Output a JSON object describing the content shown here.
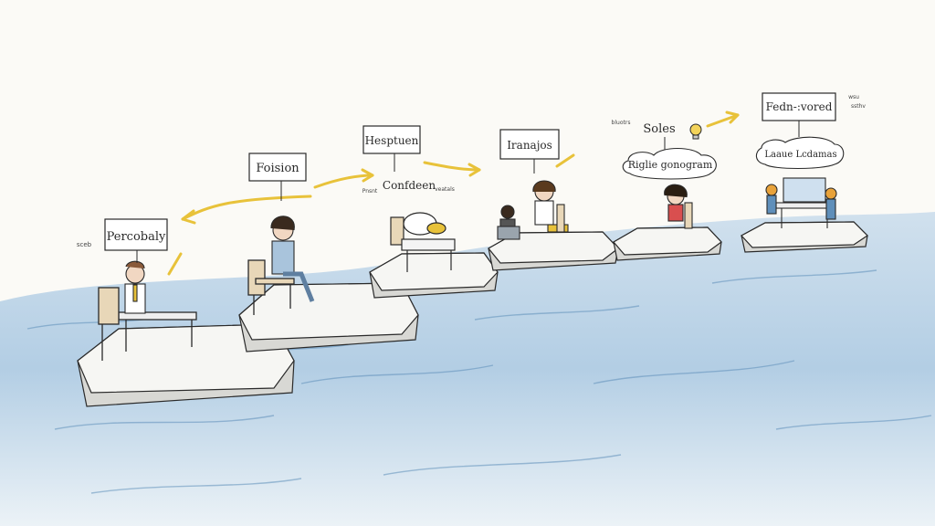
{
  "labels": {
    "sign_1": "Percobaly",
    "sign_2": "Foision",
    "sign_3": "Hesptuen",
    "sign_4": "Iranajos",
    "sign_5": "Soles",
    "sign_6": "Fedn-:vored",
    "cloud_5": "Riglie gonogram",
    "cloud_6": "Laaue Lcdamas",
    "caption_3": "Confdeen",
    "note_left": "sceb",
    "note_3a": "Pnsnt",
    "note_3b": "veatals",
    "note_5": "bluotrs",
    "note_6a": "wsu",
    "note_6b": "ssthv"
  },
  "colors": {
    "water": "#a9c9e3",
    "water_dark": "#5f8fba",
    "ice_top": "#f6f6f3",
    "ice_side": "#d8d8d4",
    "arrow": "#e8c23a",
    "ink": "#2a2a2a"
  }
}
